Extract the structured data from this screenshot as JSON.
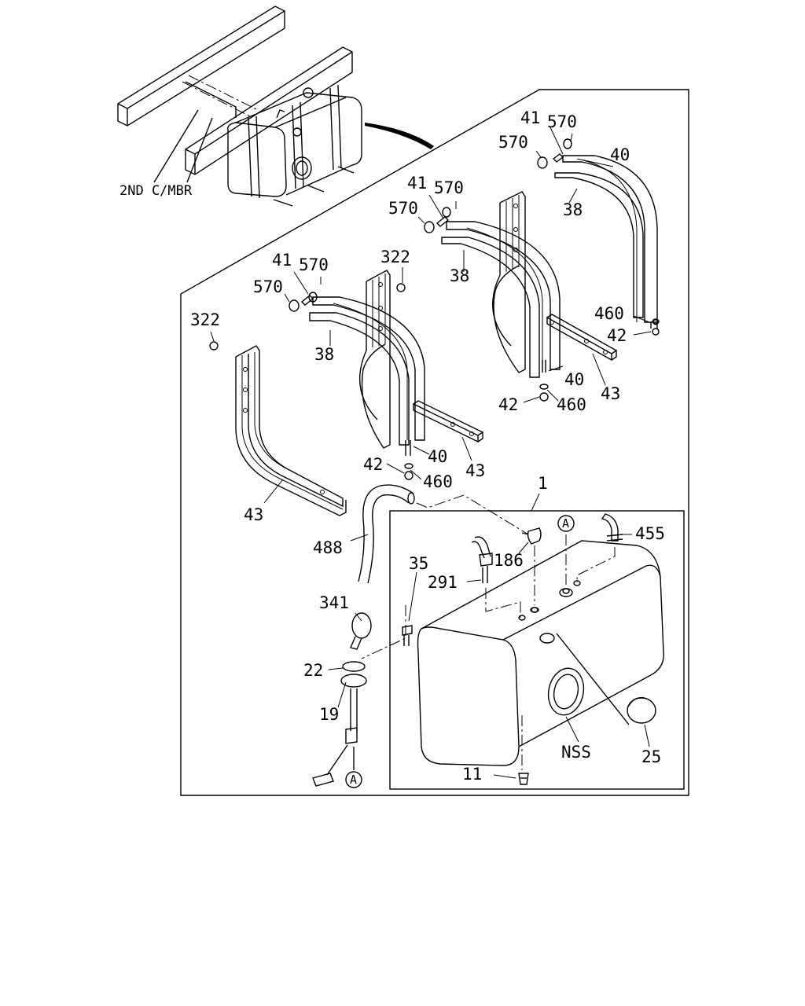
{
  "diagram": {
    "inset_label": "2ND C/MBR",
    "callouts": {
      "c41_a": "41",
      "c570_a1": "570",
      "c570_a2": "570",
      "c40_a": "40",
      "c38_a": "38",
      "c460_a": "460",
      "c42_a": "42",
      "c41_b": "41",
      "c570_b1": "570",
      "c570_b2": "570",
      "c38_b": "38",
      "c322_b": "322",
      "c40_b": "40",
      "c43_b": "43",
      "c42_b": "42",
      "c460_b": "460",
      "c41_c": "41",
      "c570_c1": "570",
      "c570_c2": "570",
      "c322_c": "322",
      "c38_c": "38",
      "c40_c": "40",
      "c43_c": "43",
      "c42_c": "42",
      "c460_c": "460",
      "c43_d": "43",
      "c1": "1",
      "c488": "488",
      "c186": "186",
      "c455": "455",
      "c35": "35",
      "c291": "291",
      "c341": "341",
      "c22": "22",
      "c19": "19",
      "c11": "11",
      "cNSS": "NSS",
      "c25": "25"
    },
    "circled_refs": {
      "top": "A",
      "bottom": "A"
    }
  }
}
